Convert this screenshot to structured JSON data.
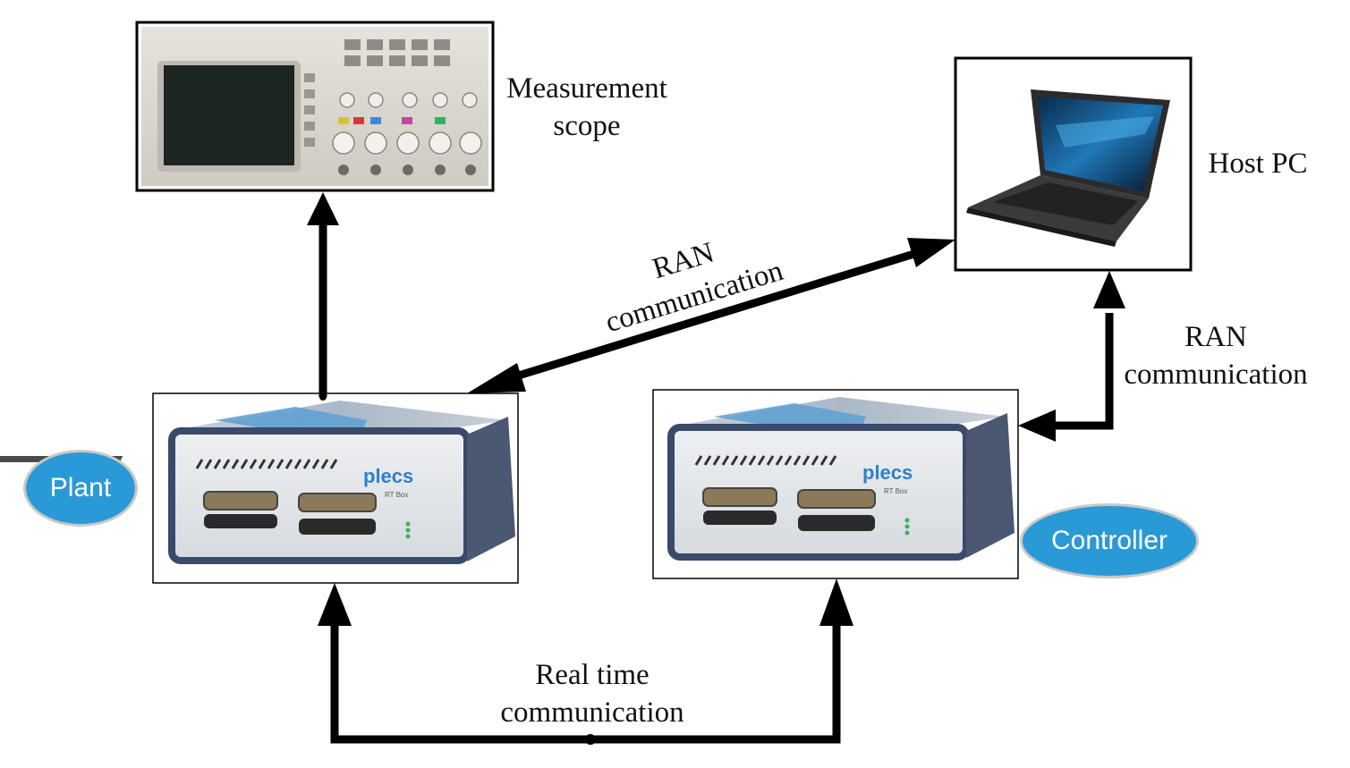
{
  "nodes": {
    "scope": {
      "label_line1": "Measurement",
      "label_line2": "scope"
    },
    "host_pc": {
      "label": "Host PC"
    },
    "plant": {
      "label": "Plant",
      "brand": "plecs",
      "model": "RT Box"
    },
    "controller": {
      "label": "Controller",
      "brand": "plecs",
      "model": "RT Box"
    }
  },
  "edges": {
    "plant_host": {
      "label_line1": "RAN",
      "label_line2": "communication"
    },
    "controller_host": {
      "label_line1": "RAN",
      "label_line2": "communication"
    },
    "plant_controller": {
      "label_line1": "Real time",
      "label_line2": "communication"
    }
  },
  "colors": {
    "ellipse_fill": "#2a9ad6",
    "ellipse_border": "#c9c9c9",
    "arrow": "#000000",
    "device_body": "#dfe3e8",
    "device_frame": "#3a4a6b",
    "device_accent": "#4a90c8"
  }
}
